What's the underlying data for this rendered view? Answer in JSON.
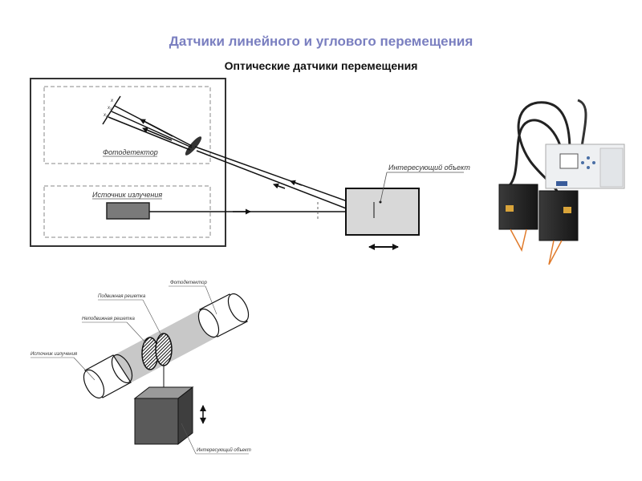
{
  "header": {
    "title": "Датчики линейного и углового перемещения",
    "subtitle": "Оптические датчики перемещения"
  },
  "diagram_top": {
    "photodetector_label": "Фотодетектор",
    "source_label": "Источник излучения",
    "object_label": "Интересующий объект",
    "detector_marks": [
      "x",
      "x₁",
      "x₂"
    ]
  },
  "diagram_bottom": {
    "source_label": "Источник излучения",
    "fixed_grating_label": "Неподвижная решетка",
    "moving_grating_label": "Подвижная решетка",
    "photodetector_label": "Фотодетектор",
    "object_label": "Интересующий объект"
  },
  "colors": {
    "title": "#7a7fc0",
    "emitter_fill": "#7a7a7a",
    "object_fill": "#d8d8d8",
    "cube_front": "#5a5a5a",
    "laser_beam": "#e07a2a"
  }
}
